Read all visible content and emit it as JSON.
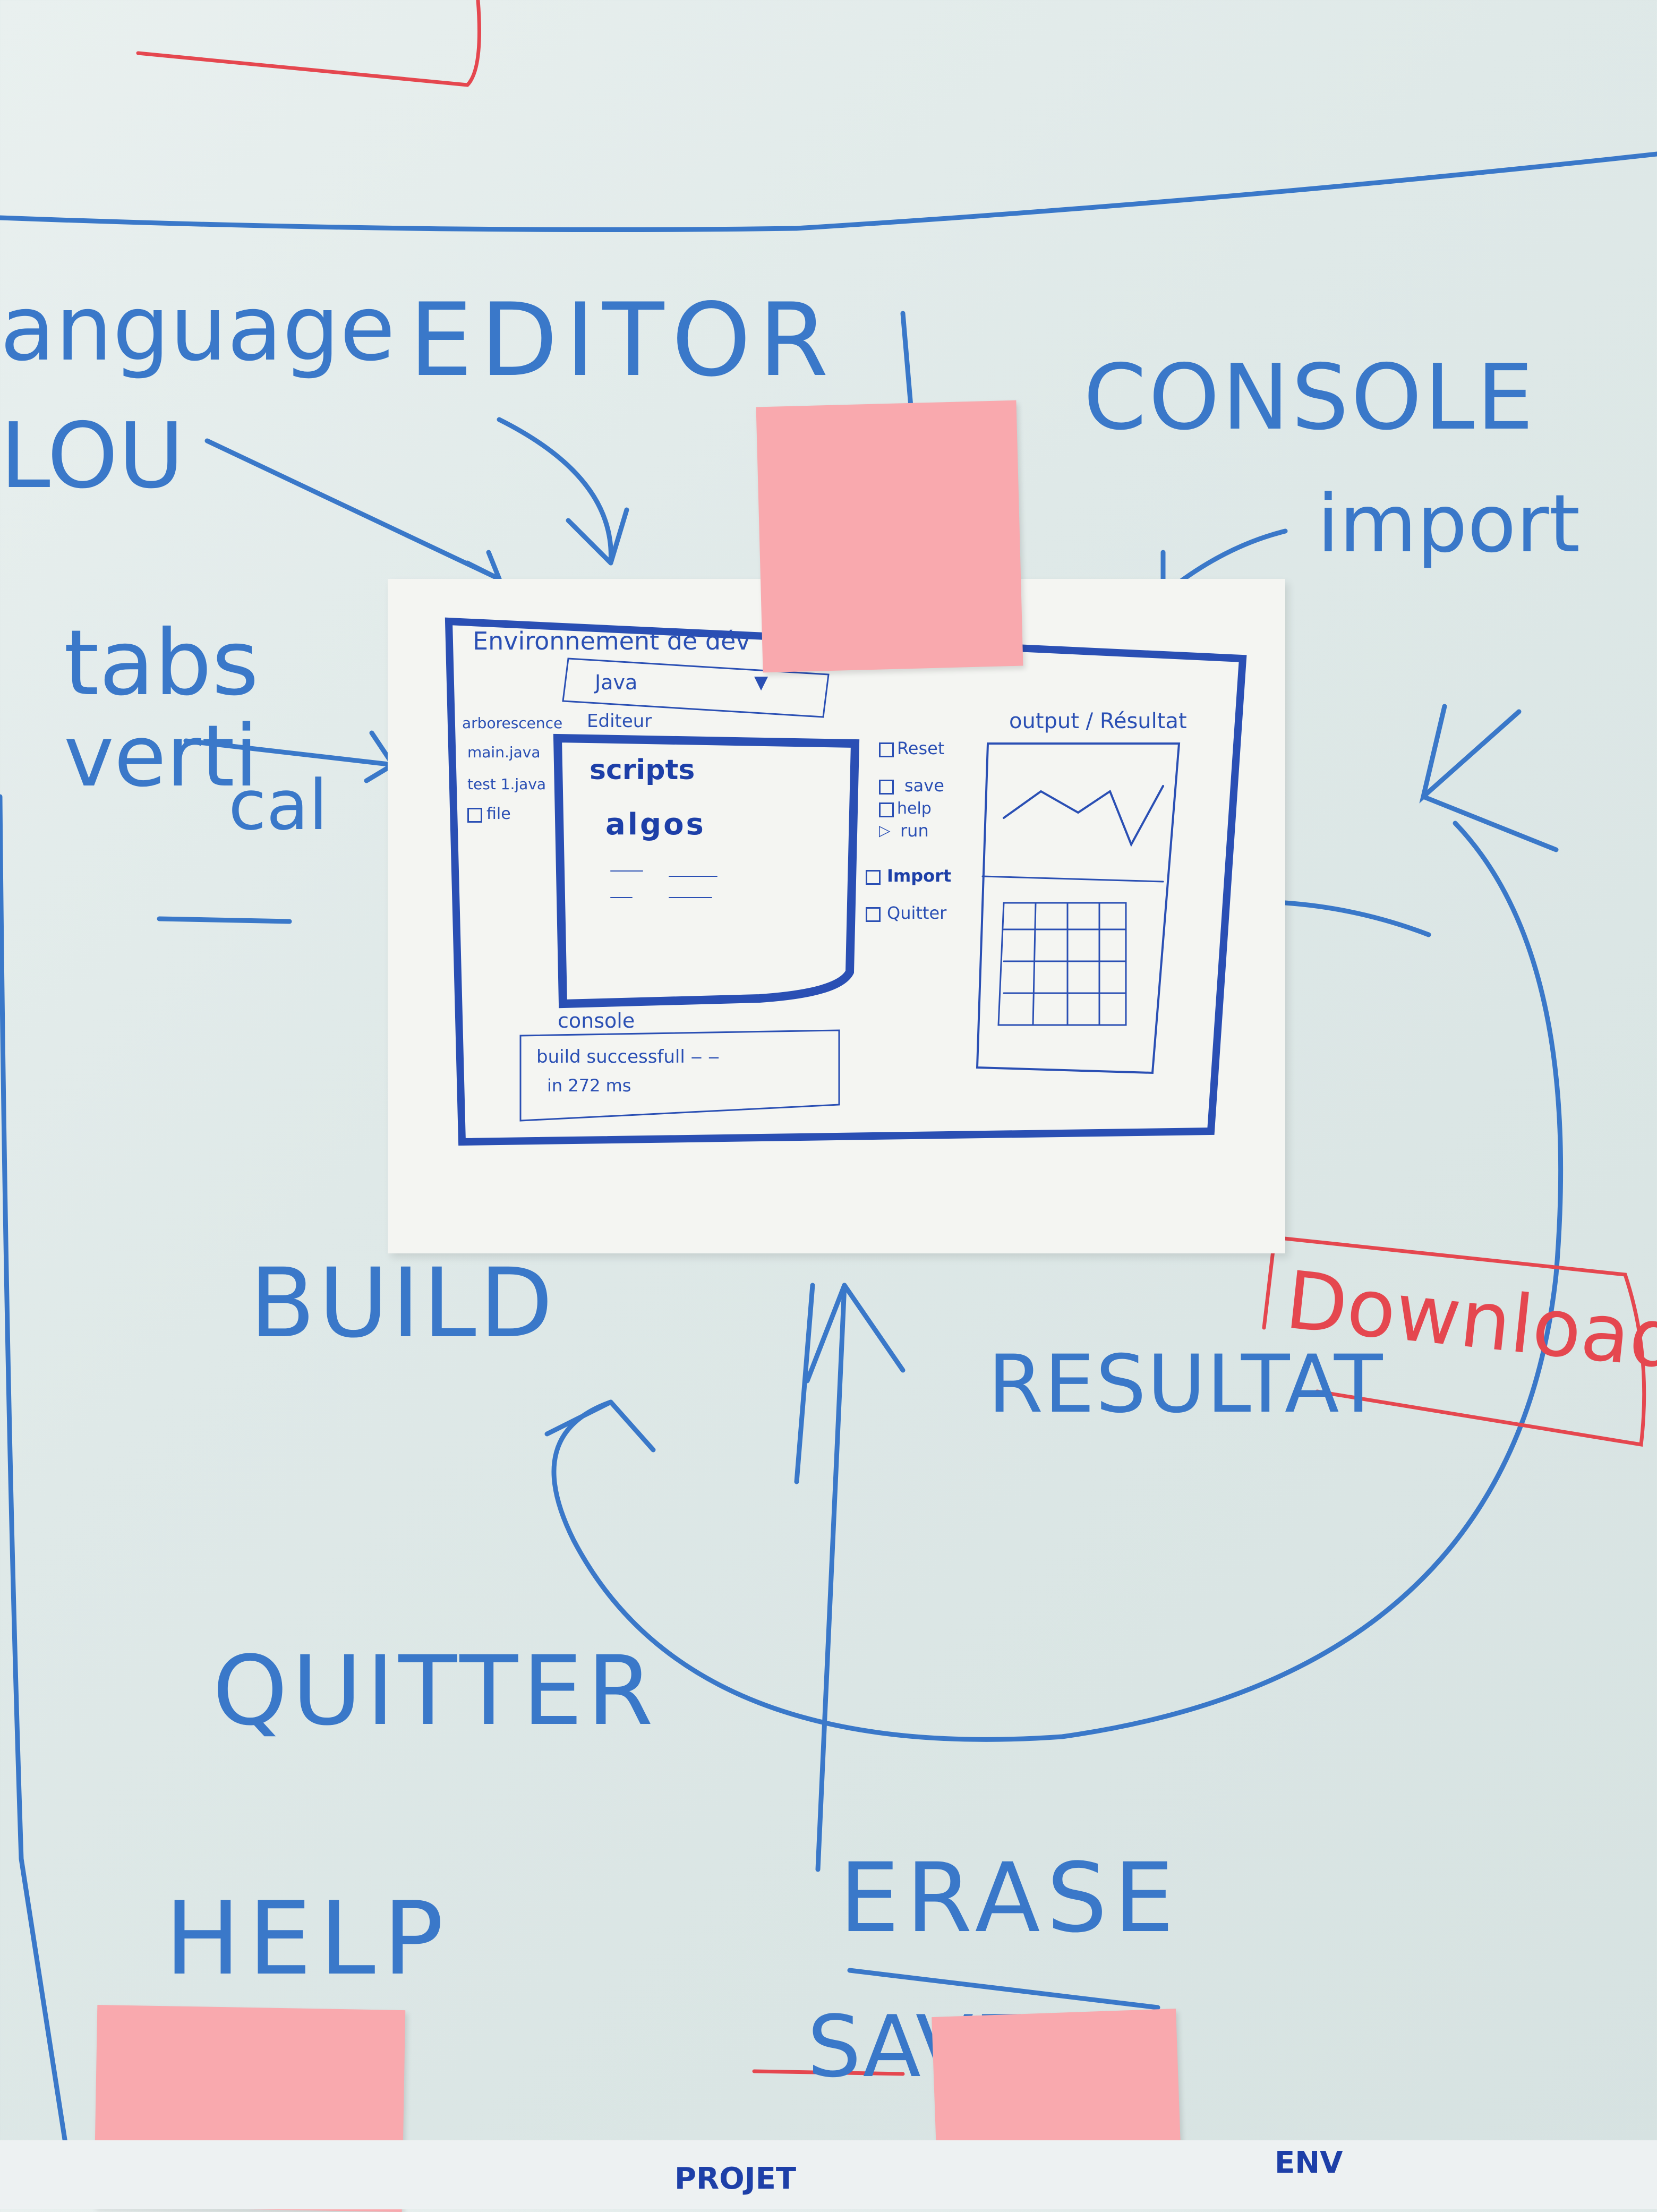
{
  "whiteboard": {
    "labels": {
      "language": "anguage",
      "lou": "LOU",
      "editor": "EDITOR",
      "console": "CONSOLE",
      "import": "import",
      "tabs": "tabs",
      "vertical": "verti",
      "vertical_cont": "cal",
      "build": "BUILD",
      "resultat": "RESULTAT",
      "download": "Download",
      "quitter": "QUITTER",
      "erase": "ERASE",
      "help": "HELP",
      "save": "SAVE"
    },
    "bottom_strip": {
      "items": [
        "PROJET",
        "ENV"
      ]
    },
    "colors": {
      "blue_marker": "#3a78c9",
      "red_marker": "#e5474f",
      "sticky": "#f9a9ae",
      "pen": "#2a4fb4"
    }
  },
  "sketch": {
    "window_title": "Environnement de dév",
    "language_select": {
      "value": "Java",
      "icon": "dropdown-arrow-icon"
    },
    "tree_label": "arborescence",
    "tree_items": [
      "main.java",
      "test 1.java",
      "file"
    ],
    "editor_tab": "Editeur",
    "editor_text": {
      "line1": "scripts",
      "line2": "algos"
    },
    "actions": [
      "Reset",
      "save",
      "help",
      "run",
      "Import",
      "Quitter"
    ],
    "output_title": "output / Résultat",
    "console_title": "console",
    "console_text": {
      "line1": "build successfull ‒ ‒",
      "line2": "in 272 ms"
    }
  }
}
